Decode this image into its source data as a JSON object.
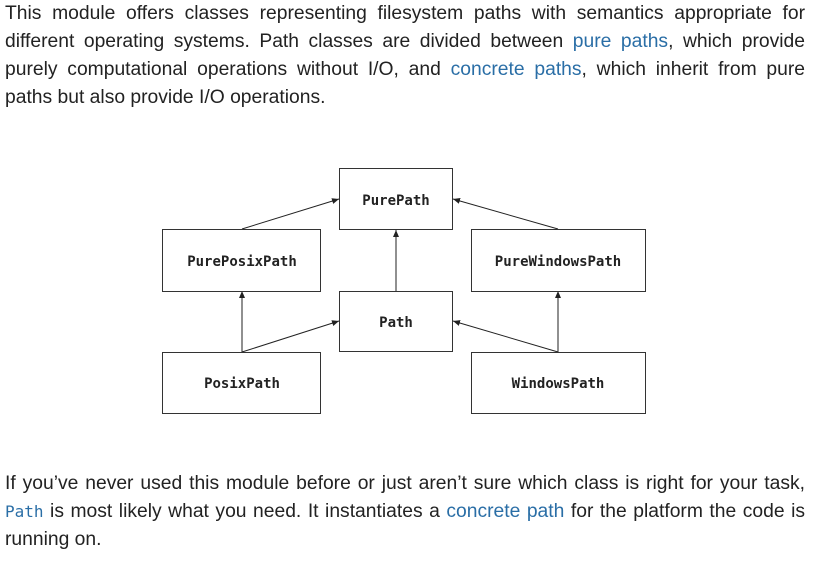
{
  "intro": {
    "text_before_link1": "This module offers classes representing filesystem paths with semantics appropriate for different operating systems. Path classes are divided between ",
    "link_pure_paths": "pure paths",
    "text_between_links": ", which provide purely computational operations without I/O, and ",
    "link_concrete_paths": "concrete paths",
    "text_after_link2": ", which inherit from pure paths but also provide I/O operations."
  },
  "diagram": {
    "nodes": {
      "purepath": "PurePath",
      "pureposixpath": "PurePosixPath",
      "purewindowspath": "PureWindowsPath",
      "path": "Path",
      "posixpath": "PosixPath",
      "windowspath": "WindowsPath"
    },
    "edges": [
      {
        "from": "PurePosixPath",
        "to": "PurePath"
      },
      {
        "from": "PureWindowsPath",
        "to": "PurePath"
      },
      {
        "from": "Path",
        "to": "PurePath"
      },
      {
        "from": "PosixPath",
        "to": "PurePosixPath"
      },
      {
        "from": "PosixPath",
        "to": "Path"
      },
      {
        "from": "WindowsPath",
        "to": "Path"
      },
      {
        "from": "WindowsPath",
        "to": "PureWindowsPath"
      }
    ]
  },
  "outro": {
    "text_before_code": "If you’ve never used this module before or just aren’t sure which class is right for your task, ",
    "code_path": "Path",
    "text_between": " is most likely what you need. It instantiates a ",
    "link_concrete_path": "concrete path",
    "text_after_link": " for the platform the code is running on."
  },
  "colors": {
    "text": "#222222",
    "link": "#2a6ea6",
    "box_border": "#333333"
  }
}
